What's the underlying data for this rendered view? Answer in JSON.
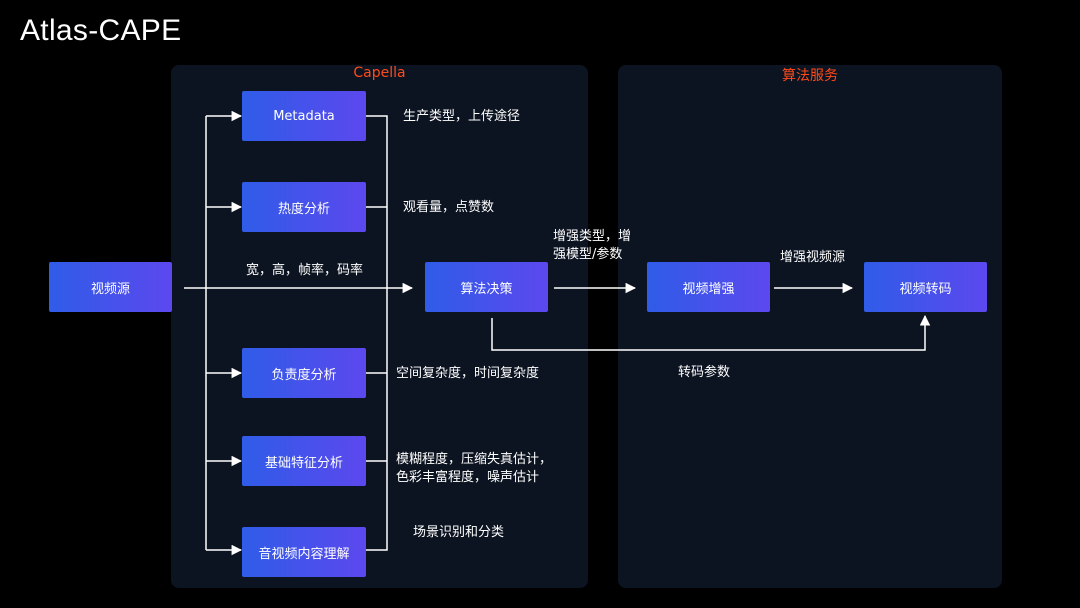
{
  "title": "Atlas-CAPE",
  "panels": {
    "capella": "Capella",
    "algo_service": "算法服务"
  },
  "nodes": {
    "video_source": "视频源",
    "metadata": "Metadata",
    "heat": "热度分析",
    "complexity": "负责度分析",
    "basic_features": "基础特征分析",
    "av_understanding": "音视频内容理解",
    "decision": "算法决策",
    "enhance": "视频增强",
    "transcode": "视频转码"
  },
  "labels": {
    "metadata_desc": "生产类型，上传途径",
    "heat_desc": "观看量，点赞数",
    "source_desc": "宽，高，帧率，码率",
    "complexity_desc": "空间复杂度，时间复杂度",
    "basic_desc_1": "模糊程度，压缩失真估计，",
    "basic_desc_2": "色彩丰富程度，噪声估计",
    "av_desc": "场景识别和分类",
    "decision_out_1": "增强类型，增",
    "decision_out_2": "强模型/参数",
    "enhance_out": "增强视频源",
    "transcode_params": "转码参数"
  },
  "colors": {
    "background": "#000000",
    "panel": "#0d1421",
    "panel_title": "#ff4a1a",
    "node_gradient_start": "#2f5ce8",
    "node_gradient_end": "#5c48ee",
    "wire": "#ffffff"
  }
}
